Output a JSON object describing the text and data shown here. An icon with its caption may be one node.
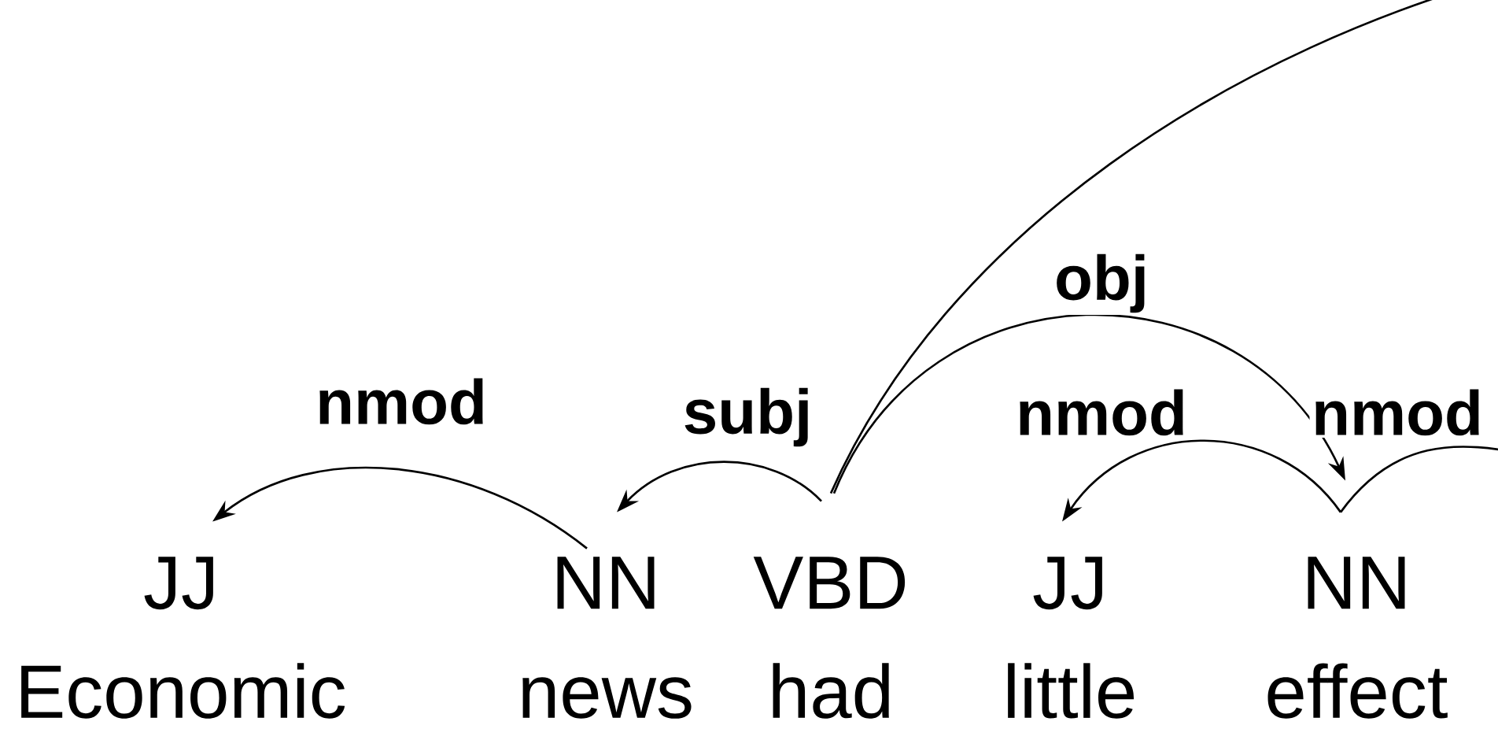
{
  "diagram": {
    "nodes": [
      {
        "text": [
          "JJ",
          "Economic"
        ]
      },
      {
        "text": [
          "NN",
          "news"
        ]
      },
      {
        "text": [
          "VBD",
          "had"
        ]
      },
      {
        "text": [
          "JJ",
          "little"
        ]
      },
      {
        "text": [
          "NN",
          "effect"
        ]
      }
    ],
    "edges": [
      {
        "from": 1,
        "to": 0,
        "arrow": "to",
        "label": "nmod"
      },
      {
        "from": 2,
        "to": 1,
        "arrow": "to",
        "label": "subj"
      },
      {
        "from": 2,
        "to": 4,
        "arrow": "to",
        "label": "obj"
      },
      {
        "from": 4,
        "to": 3,
        "arrow": "to",
        "label": "nmod"
      },
      {
        "from": 2,
        "to": null,
        "arrow": "none"
      },
      {
        "from": 4,
        "to": null,
        "arrow": "none",
        "label": "nmod"
      }
    ]
  }
}
